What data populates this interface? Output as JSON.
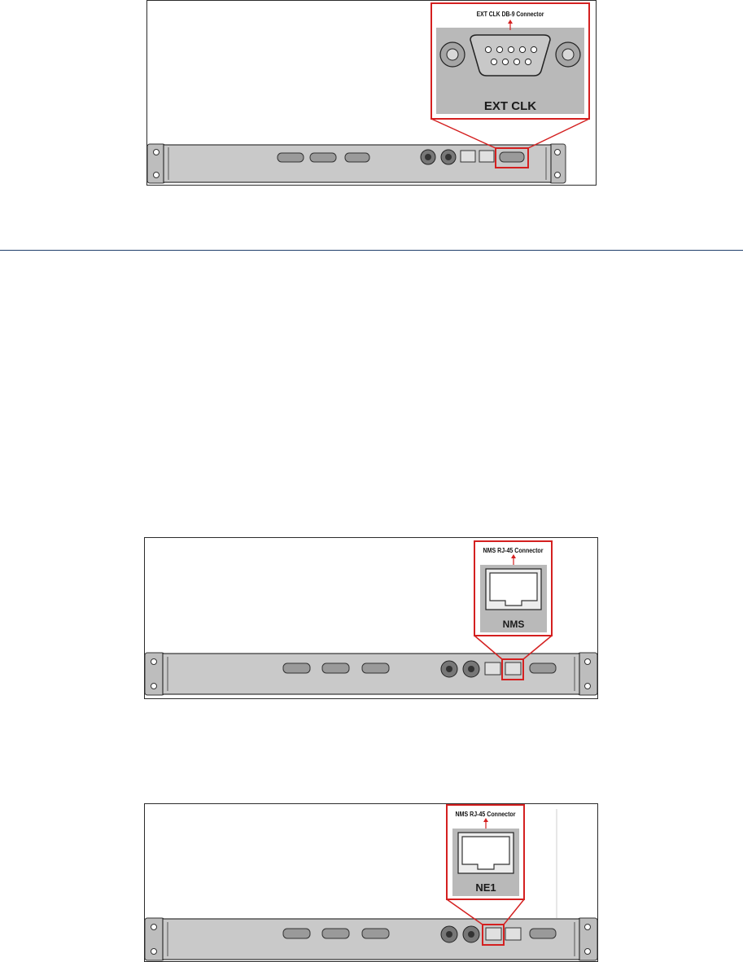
{
  "figures": [
    {
      "callout_title": "EXT CLK DB-9 Connector",
      "port_label": "EXT CLK"
    },
    {
      "callout_title": "NMS RJ-45 Connector",
      "port_label": "NMS"
    },
    {
      "callout_title": "NMS RJ-45 Connector",
      "port_label": "NE1"
    }
  ],
  "colors": {
    "highlight": "#d42020",
    "divider": "#1f3f6b",
    "panel": "#c8c8c8",
    "zoom_bg": "#b9b9b9"
  }
}
